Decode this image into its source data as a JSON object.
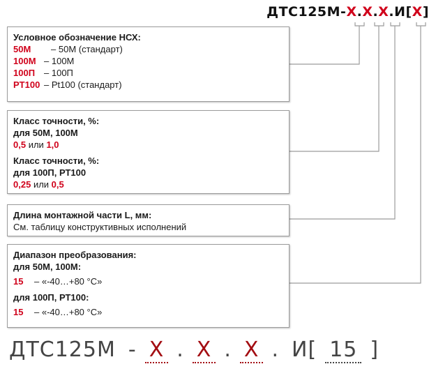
{
  "top_code": {
    "prefix": "ДТС125М-",
    "x1": "Х",
    "dot1": ".",
    "x2": "Х",
    "dot2": ".",
    "x3": "Х",
    "dot3": ".",
    "i": "И",
    "lbr": "[",
    "x4": "Х",
    "rbr": "]"
  },
  "box1": {
    "title": "Условное обозначение НСХ:",
    "rows": [
      {
        "code": "50М",
        "sep": "–",
        "desc": "50М (стандарт)"
      },
      {
        "code": "100М",
        "sep": "–",
        "desc": "100М"
      },
      {
        "code": "100П",
        "sep": "–",
        "desc": "100П"
      },
      {
        "code": "PT100",
        "sep": "–",
        "desc": "Pt100 (стандарт)"
      }
    ]
  },
  "box2": {
    "title1": "Класс точности, %:",
    "for1": "для 50М, 100М",
    "v1a": "0,5",
    "or1": "или",
    "v1b": "1,0",
    "title2": "Класс точности, %:",
    "for2": "для 100П, РТ100",
    "v2a": "0,25",
    "or2": "или",
    "v2b": "0,5"
  },
  "box3": {
    "title": "Длина монтажной части L, мм:",
    "text": "См. таблицу конструктивных исполнений"
  },
  "box4": {
    "title": "Диапазон преобразования:",
    "for1": "для 50М, 100М:",
    "code1": "15",
    "range1": "– «-40…+80 °С»",
    "for2": "для 100П, РТ100:",
    "code2": "15",
    "range2": "– «-40…+80 °С»"
  },
  "bottom_code": {
    "prefix": "ДТС125М",
    "dash": "-",
    "x1": "Х",
    "dot1": ".",
    "x2": "Х",
    "dot2": ".",
    "x3": "Х",
    "dot3": ".",
    "i": "И",
    "lbr": "[",
    "val": "15",
    "rbr": "]"
  }
}
